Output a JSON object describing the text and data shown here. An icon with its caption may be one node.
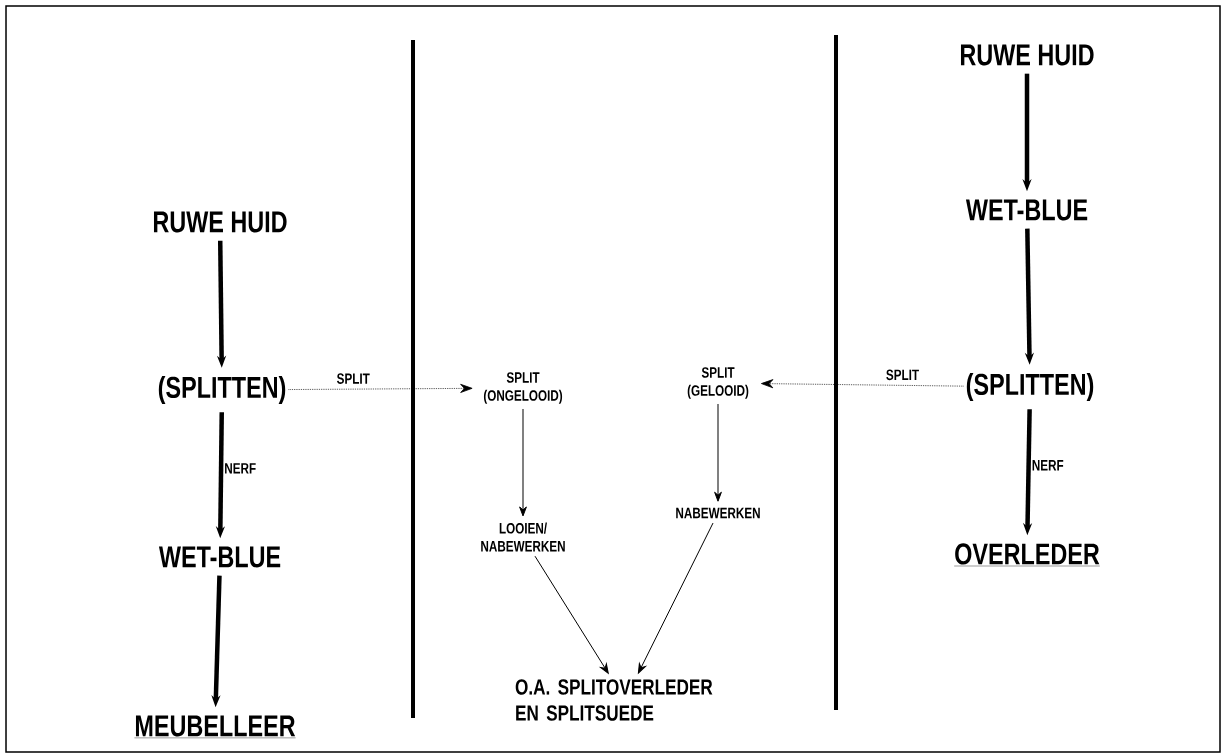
{
  "diagram": {
    "nodes": [
      {
        "text": [
          "RUWE HUID"
        ]
      },
      {
        "text": [
          "(SPLITTEN)"
        ]
      },
      {
        "text": [
          "WET-BLUE"
        ]
      },
      {
        "text": [
          "MEUBELLEER"
        ]
      },
      {
        "text": [
          "RUWE HUID"
        ]
      },
      {
        "text": [
          "WET-BLUE"
        ]
      },
      {
        "text": [
          "(SPLITTEN)"
        ]
      },
      {
        "text": [
          "OVERLEDER"
        ]
      },
      {
        "text": [
          "SPLIT (ONGELOOID)"
        ]
      },
      {
        "text": [
          "LOOIEN/ NABEWERKEN"
        ]
      },
      {
        "text": [
          "SPLIT (GELOOID)"
        ]
      },
      {
        "text": [
          "NABEWERKEN"
        ]
      },
      {
        "text": [
          "O.A. SPLITOVERLEDER EN SPLITSUEDE"
        ]
      }
    ],
    "edges": [
      {
        "from": 0,
        "to": 1,
        "arrow": "to",
        "style": "thick"
      },
      {
        "from": 1,
        "to": 2,
        "arrow": "to",
        "style": "thick",
        "label": "NERF"
      },
      {
        "from": 2,
        "to": 3,
        "arrow": "to",
        "style": "thick"
      },
      {
        "from": 4,
        "to": 5,
        "arrow": "to",
        "style": "thick"
      },
      {
        "from": 5,
        "to": 6,
        "arrow": "to",
        "style": "thick"
      },
      {
        "from": 6,
        "to": 7,
        "arrow": "to",
        "style": "thick",
        "label": "NERF"
      },
      {
        "from": 1,
        "to": 8,
        "arrow": "to",
        "style": "dashed",
        "label": "SPLIT"
      },
      {
        "from": 6,
        "to": 10,
        "arrow": "to",
        "style": "dashed",
        "label": "SPLIT"
      },
      {
        "from": 8,
        "to": 9,
        "arrow": "to"
      },
      {
        "from": 10,
        "to": 11,
        "arrow": "to"
      },
      {
        "from": 9,
        "to": 12,
        "arrow": "to"
      },
      {
        "from": 11,
        "to": 12,
        "arrow": "to"
      }
    ]
  }
}
